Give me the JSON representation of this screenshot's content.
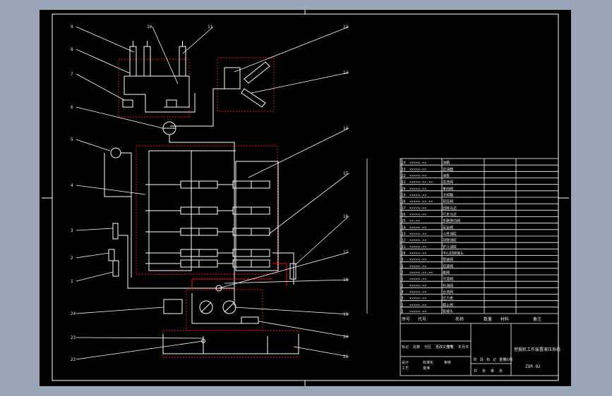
{
  "drawing": {
    "title": "挖掘机工作装置液压系统",
    "code": "ZXR-02",
    "part_labels": [
      "1",
      "2",
      "3",
      "4",
      "5",
      "6",
      "7",
      "8",
      "9",
      "10",
      "11",
      "12",
      "13",
      "14",
      "15",
      "16",
      "17",
      "18",
      "19",
      "20",
      "21",
      "22",
      "23",
      "24"
    ],
    "table_header": [
      "序号",
      "代号",
      "名称",
      "数量",
      "材料",
      "备注"
    ],
    "bom_rows": [
      {
        "num": "24",
        "code": "×××××-××",
        "name": "油箱"
      },
      {
        "num": "23",
        "code": "×××××-××",
        "name": "滤油器"
      },
      {
        "num": "22",
        "code": "×××××-××",
        "name": "油泵"
      },
      {
        "num": "21",
        "code": "×××××-××-××",
        "name": "溢流阀"
      },
      {
        "num": "20",
        "code": "×××××-××",
        "name": "单向阀"
      },
      {
        "num": "19",
        "code": "×××××-××",
        "name": "冷却器"
      },
      {
        "num": "18",
        "code": "×××××-××-××",
        "name": "背压阀"
      },
      {
        "num": "17",
        "code": "×××××-××",
        "name": "回转马达"
      },
      {
        "num": "16",
        "code": "×××××-××",
        "name": "行走马达"
      },
      {
        "num": "15",
        "code": "××-××",
        "name": "多路换向阀"
      },
      {
        "num": "14",
        "code": "×××××-××",
        "name": "安全阀"
      },
      {
        "num": "13",
        "code": "×××××-××",
        "name": "斗杆油缸"
      },
      {
        "num": "12",
        "code": "×××××-××",
        "name": "动臂油缸"
      },
      {
        "num": "11",
        "code": "×××××-××",
        "name": "铲斗油缸"
      },
      {
        "num": "10",
        "code": "×××××-××",
        "name": "中心回转接头"
      },
      {
        "num": "9",
        "code": "×××××-××",
        "name": "限速阀"
      },
      {
        "num": "8",
        "code": "×××××-××",
        "name": "双速阀"
      },
      {
        "num": "7",
        "code": "×××××-××-××",
        "name": "梭阀"
      },
      {
        "num": "6",
        "code": "×××××-××",
        "name": "节流阀"
      },
      {
        "num": "5",
        "code": "×××××-××",
        "name": "补油阀"
      },
      {
        "num": "4",
        "code": "×××××-××",
        "name": "合流阀"
      },
      {
        "num": "3",
        "code": "×××××-××",
        "name": "压力表"
      },
      {
        "num": "2",
        "code": "×××××-××",
        "name": "截止阀"
      },
      {
        "num": "1",
        "code": "×××××-××",
        "name": "管接头"
      }
    ],
    "sign_block": [
      "标记",
      "处数",
      "分区",
      "更改文件号",
      "签名",
      "年月日",
      "设计",
      "标准化",
      "审核",
      "工艺",
      "批准"
    ],
    "scale_row": [
      "阶",
      "段",
      "标",
      "记",
      "重量",
      "比例"
    ],
    "sheet_row": [
      "共",
      "张",
      "第",
      "张"
    ]
  }
}
